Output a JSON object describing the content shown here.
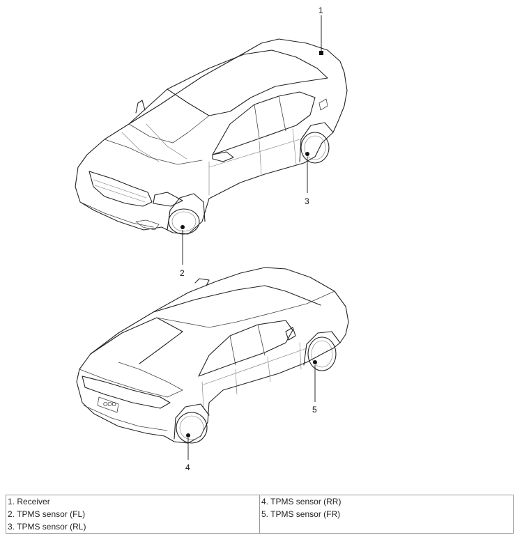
{
  "callouts": {
    "c1": "1",
    "c2": "2",
    "c3": "3",
    "c4": "4",
    "c5": "5"
  },
  "legend": {
    "left": [
      "1. Receiver",
      "2. TPMS sensor (FL)",
      "3. TPMS sensor (RL)"
    ],
    "right": [
      "4. TPMS sensor (RR)",
      "5. TPMS sensor (FR)"
    ]
  }
}
